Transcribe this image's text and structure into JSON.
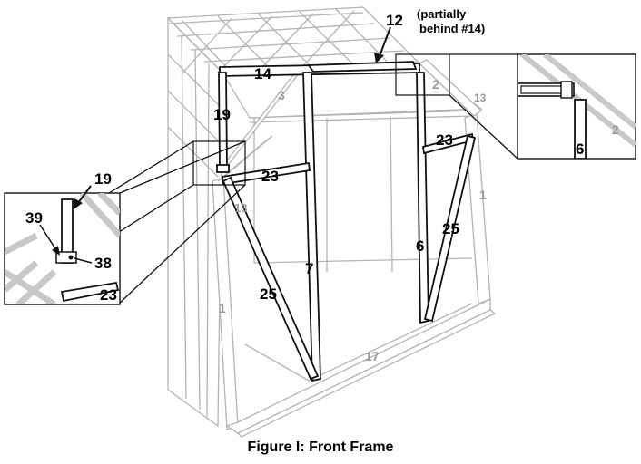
{
  "figure": {
    "caption": "Figure I:  Front Frame"
  },
  "labels": {
    "part_12": "12",
    "part_12_note_line1": "(partially",
    "part_12_note_line2": "behind #14)",
    "part_14": "14",
    "part_2_top": "2",
    "part_2_inset": "2",
    "part_3": "3",
    "part_13_right": "13",
    "part_13_left": "13",
    "part_19": "19",
    "part_19_inset": "19",
    "part_23_right": "23",
    "part_23_mid": "23",
    "part_23_inset": "23",
    "part_25_right": "25",
    "part_25_left": "25",
    "part_6": "6",
    "part_6_inset": "6",
    "part_7": "7",
    "part_1_right": "1",
    "part_1_left": "1",
    "part_17": "17",
    "part_39": "39",
    "part_38": "38"
  }
}
